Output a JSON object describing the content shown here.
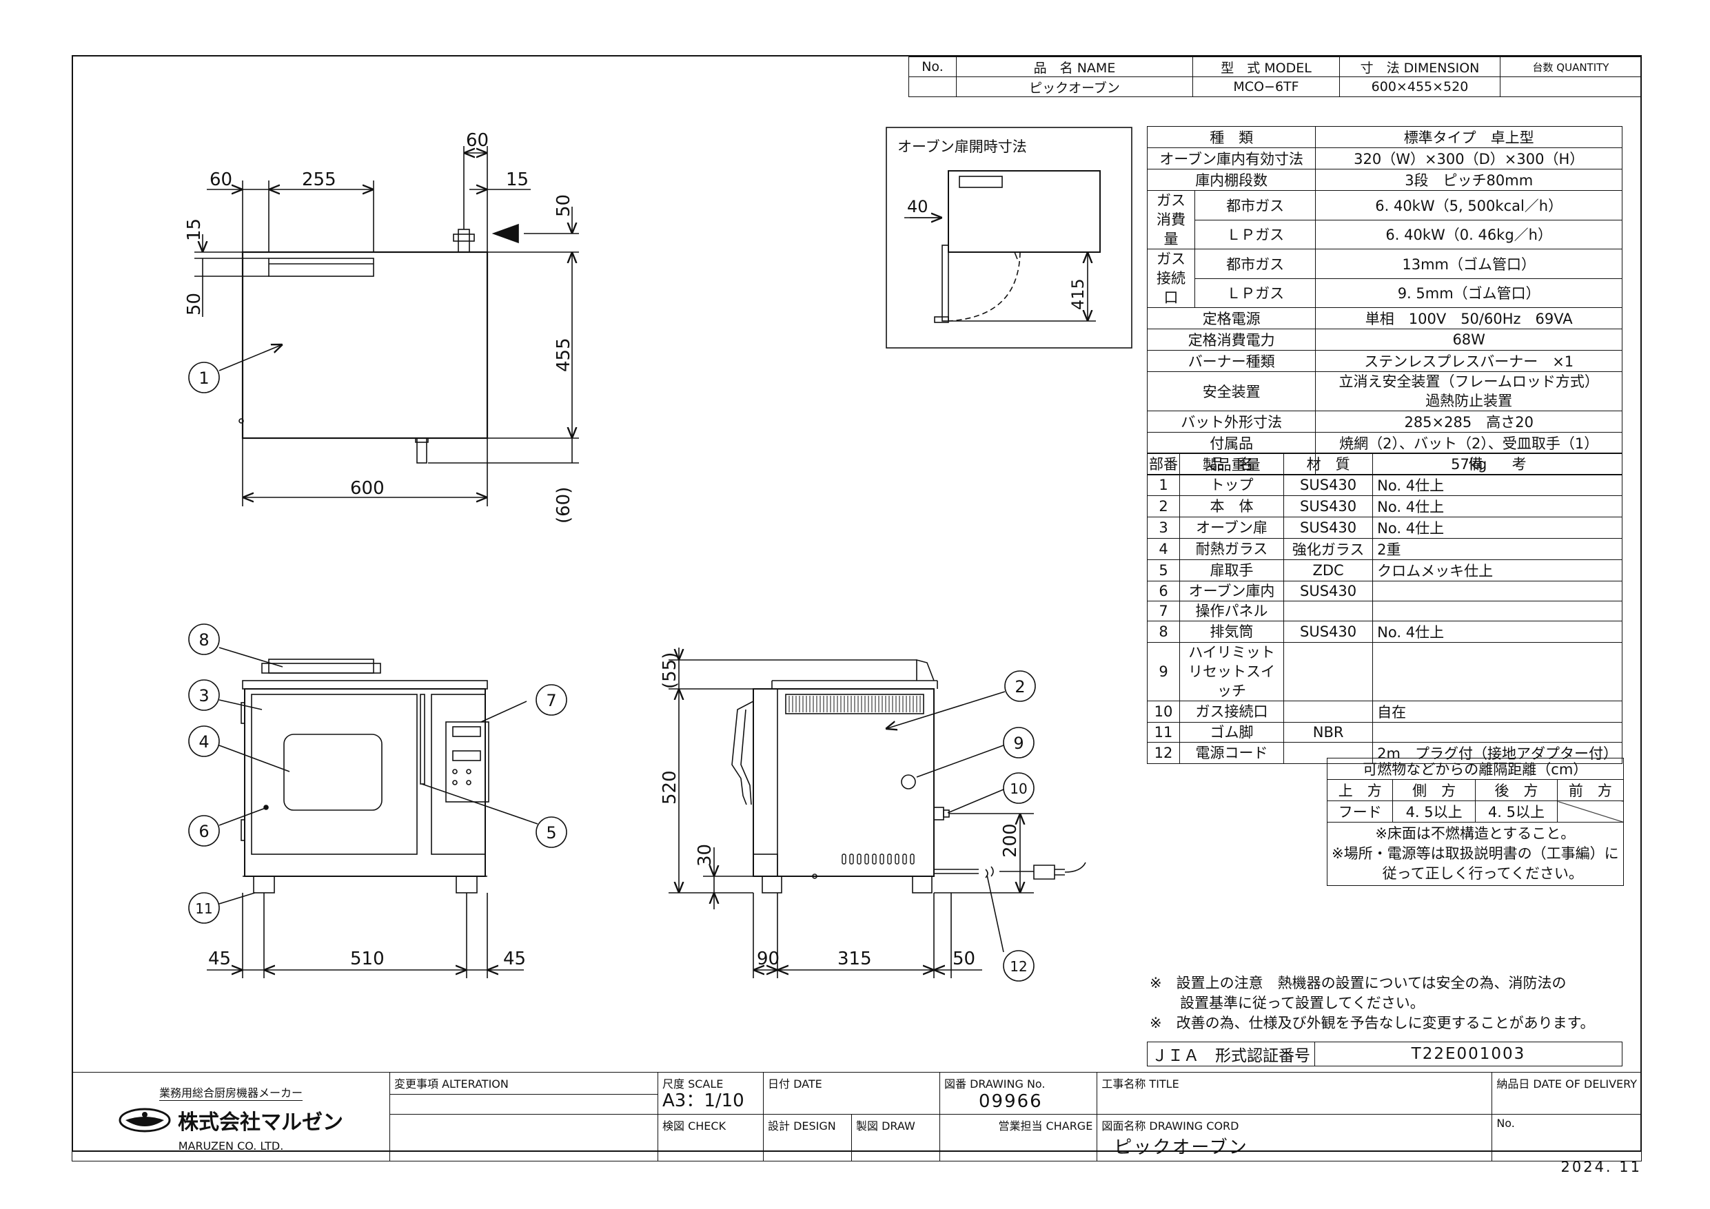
{
  "header": {
    "cols": [
      "No.",
      "品　名 NAME",
      "型　式 MODEL",
      "寸　法 DIMENSION",
      "台数 QUANTITY"
    ],
    "row": {
      "no": "",
      "name": "ピックオーブン",
      "model": "MCO−6TF",
      "dimension": "600×455×520",
      "qty": ""
    }
  },
  "spec_table": [
    {
      "label": "種　類",
      "value": "標準タイプ　卓上型"
    },
    {
      "label": "オーブン庫内有効寸法",
      "value": "320（W）×300（D）×300（H）"
    },
    {
      "label": "庫内棚段数",
      "value": "3段　ピッチ80mm"
    },
    {
      "group": "ガス\n消費量",
      "label": "都市ガス",
      "value": "6. 40kW（5, 500kcal／h）"
    },
    {
      "group": "",
      "label": "ＬＰガス",
      "value": "6. 40kW（0. 46kg／h）"
    },
    {
      "group": "ガス\n接続口",
      "label": "都市ガス",
      "value": "13mm（ゴム管口）"
    },
    {
      "group": "",
      "label": "ＬＰガス",
      "value": "9. 5mm（ゴム管口）"
    },
    {
      "label": "定格電源",
      "value": "単相　100V　50/60Hz　69VA"
    },
    {
      "label": "定格消費電力",
      "value": "68W"
    },
    {
      "label": "バーナー種類",
      "value": "ステンレスプレスバーナー　×1"
    },
    {
      "label": "安全装置",
      "value": "立消え安全装置（フレームロッド方式）",
      "value2": "過熱防止装置"
    },
    {
      "label": "バット外形寸法",
      "value": "285×285　高さ20"
    },
    {
      "label": "付属品",
      "value": "焼網（2）、バット（2）、受皿取手（1）"
    },
    {
      "label": "製品重量",
      "value": "57kg"
    }
  ],
  "parts_header": [
    "部番",
    "品　名",
    "材　質",
    "備　　考"
  ],
  "parts": [
    {
      "no": "1",
      "name": "トップ",
      "material": "SUS430",
      "note": "No. 4仕上"
    },
    {
      "no": "2",
      "name": "本　体",
      "material": "SUS430",
      "note": "No. 4仕上"
    },
    {
      "no": "3",
      "name": "オーブン扉",
      "material": "SUS430",
      "note": "No. 4仕上"
    },
    {
      "no": "4",
      "name": "耐熱ガラス",
      "material": "強化ガラス",
      "note": "2重"
    },
    {
      "no": "5",
      "name": "扉取手",
      "material": "ZDC",
      "note": "クロムメッキ仕上"
    },
    {
      "no": "6",
      "name": "オーブン庫内",
      "material": "SUS430",
      "note": ""
    },
    {
      "no": "7",
      "name": "操作パネル",
      "material": "",
      "note": ""
    },
    {
      "no": "8",
      "name": "排気筒",
      "material": "SUS430",
      "note": "No. 4仕上"
    },
    {
      "no": "9",
      "name": "ハイリミット\nリセットスイッチ",
      "material": "",
      "note": ""
    },
    {
      "no": "10",
      "name": "ガス接続口",
      "material": "",
      "note": "自在"
    },
    {
      "no": "11",
      "name": "ゴム脚",
      "material": "NBR",
      "note": ""
    },
    {
      "no": "12",
      "name": "電源コード",
      "material": "",
      "note": "2m　プラグ付（接地アダプター付）"
    }
  ],
  "clearance": {
    "title": "可燃物などからの離隔距離（cm）",
    "headers": [
      "上　方",
      "側　方",
      "後　方",
      "前　方"
    ],
    "values": [
      "フード",
      "4. 5以上",
      "4. 5以上",
      ""
    ],
    "notes": [
      "※床面は不燃構造とすること。",
      "※場所・電源等は取扱説明書の（工事編）に",
      "従って正しく行ってください。"
    ]
  },
  "notes": [
    "※　設置上の注意　熱機器の設置については安全の為、消防法の",
    "設置基準に従って設置してください。",
    "※　改善の為、仕様及び外観を予告なしに変更することがあります。"
  ],
  "jia": {
    "label": "ＪＩＡ　形式認証番号",
    "value": "T22E001003"
  },
  "door_inset": {
    "title": "オーブン扉開時寸法",
    "dims": [
      "40",
      "415"
    ]
  },
  "top_view_dims": [
    "60",
    "255",
    "60",
    "15",
    "50",
    "15",
    "50",
    "455",
    "600",
    "(60)"
  ],
  "front_view_dims": [
    "45",
    "510",
    "45"
  ],
  "side_view_dims": [
    "(55)",
    "520",
    "30",
    "200",
    "90",
    "315",
    "50"
  ],
  "callouts": [
    "1",
    "2",
    "3",
    "4",
    "5",
    "6",
    "7",
    "8",
    "9",
    "10",
    "11",
    "12"
  ],
  "title_block": {
    "company_tag": "業務用総合厨房機器メーカー",
    "company": "株式会社マルゼン",
    "company_en": "MARUZEN CO. LTD.",
    "alteration": "変更事項 ALTERATION",
    "scale_label": "尺度 SCALE",
    "scale": "A3：1/10",
    "date_label": "日付 DATE",
    "drawing_no_label": "図番 DRAWING No.",
    "drawing_no": "09966",
    "title_label": "工事名称 TITLE",
    "delivery_label": "納品日 DATE OF DELIVERY",
    "check_label": "検図 CHECK",
    "design_label": "設計 DESIGN",
    "draw_label": "製図 DRAW",
    "charge_label": "営業担当 CHARGE",
    "drawing_cord_label": "図面名称 DRAWING CORD",
    "drawing_name": "ピックオーブン",
    "no_label": "No."
  },
  "revision": "2024. 11"
}
